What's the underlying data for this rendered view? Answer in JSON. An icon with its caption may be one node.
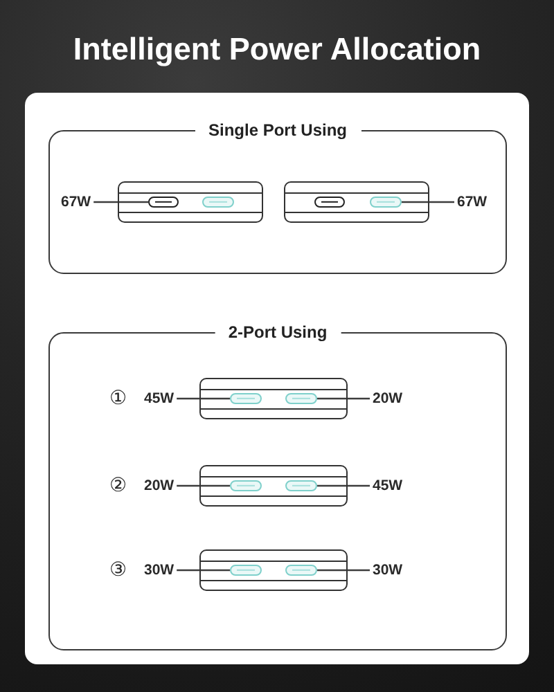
{
  "diagram": {
    "title": "Intelligent Power Allocation",
    "nodes": [
      {
        "text": [
          "Single Port Using"
        ]
      },
      {
        "text": [
          "67W"
        ],
        "in": 0
      },
      {
        "text": [],
        "shape": "box",
        "in": 0
      },
      {
        "text": [],
        "shape": "box",
        "in": 2
      },
      {
        "text": [],
        "shape": "box",
        "in": 2
      },
      {
        "text": [],
        "shape": "box",
        "in": 0
      },
      {
        "text": [],
        "shape": "box",
        "in": 5
      },
      {
        "text": [],
        "shape": "box",
        "in": 5
      },
      {
        "text": [
          "67W"
        ],
        "in": 0
      },
      {
        "text": [
          "2-Port Using"
        ]
      },
      {
        "text": [
          "45W"
        ],
        "in": 9
      },
      {
        "text": [],
        "shape": "box",
        "in": 9
      },
      {
        "text": [],
        "shape": "box",
        "in": 11
      },
      {
        "text": [],
        "shape": "box",
        "in": 11
      },
      {
        "text": [
          "20W"
        ],
        "in": 9
      },
      {
        "text": [
          "20W"
        ],
        "in": 9
      },
      {
        "text": [],
        "shape": "box",
        "in": 9
      },
      {
        "text": [],
        "shape": "box",
        "in": 16
      },
      {
        "text": [],
        "shape": "box",
        "in": 16
      },
      {
        "text": [
          "45W"
        ],
        "in": 9
      },
      {
        "text": [
          "30W"
        ],
        "in": 9
      },
      {
        "text": [],
        "shape": "box",
        "in": 9
      },
      {
        "text": [],
        "shape": "box",
        "in": 21
      },
      {
        "text": [],
        "shape": "box",
        "in": 21
      },
      {
        "text": [
          "30W"
        ],
        "in": 9
      }
    ],
    "edges": [
      {
        "from": 1,
        "to": 3,
        "arrow": "none"
      },
      {
        "from": 8,
        "to": 7,
        "arrow": "none"
      },
      {
        "from": 10,
        "to": 12,
        "arrow": "none"
      },
      {
        "from": 14,
        "to": 13,
        "arrow": "none"
      },
      {
        "from": 15,
        "to": 17,
        "arrow": "none"
      },
      {
        "from": 19,
        "to": 18,
        "arrow": "none"
      },
      {
        "from": 20,
        "to": 22,
        "arrow": "none"
      },
      {
        "from": 24,
        "to": 23,
        "arrow": "none"
      }
    ],
    "labels": [
      "①",
      "②",
      "③"
    ]
  }
}
